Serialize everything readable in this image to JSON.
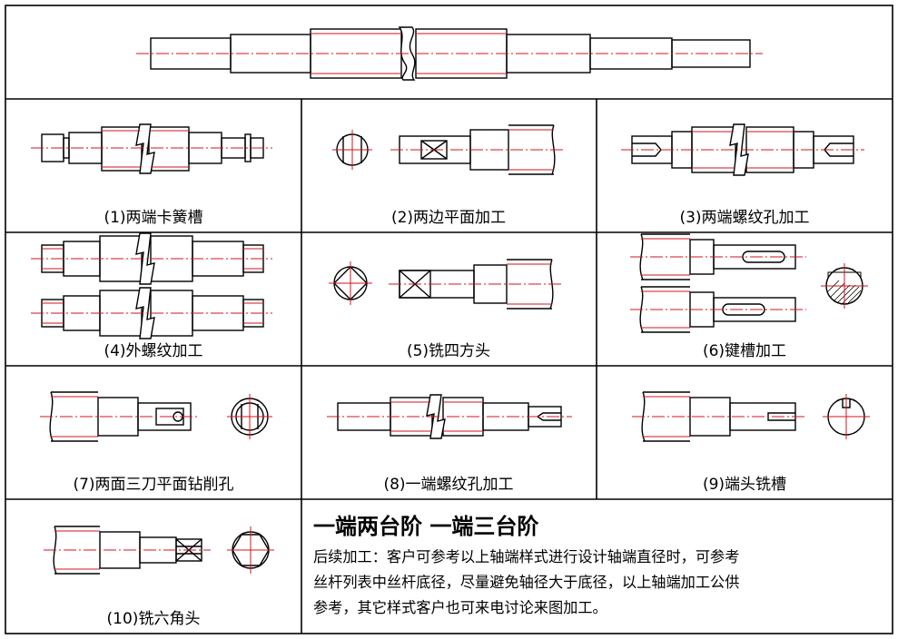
{
  "captions": {
    "p1": "(1)两端卡簧槽",
    "p2": "(2)两边平面加工",
    "p3": "(3)两端螺纹孔加工",
    "p4": "(4)外螺纹加工",
    "p5": "(5)铣四方头",
    "p6": "(6)键槽加工",
    "p7": "(7)两面三刀平面钻削孔",
    "p8": "(8)一端螺纹孔加工",
    "p9": "(9)端头铣槽",
    "p10": "(10)铣六角头"
  },
  "heading": "一端两台阶  一端三台阶",
  "note": {
    "line1": "后续加工：客户可参考以上轴端样式进行设计轴端直径时，可参考",
    "line2": "丝杆列表中丝杆底径，尽量避免轴径大于底径，以上轴端加工公供",
    "line3": "参考，其它样式客户也可来电讨论来图加工。"
  },
  "colors": {
    "centerline": "#d2141e",
    "outline": "#000000"
  }
}
